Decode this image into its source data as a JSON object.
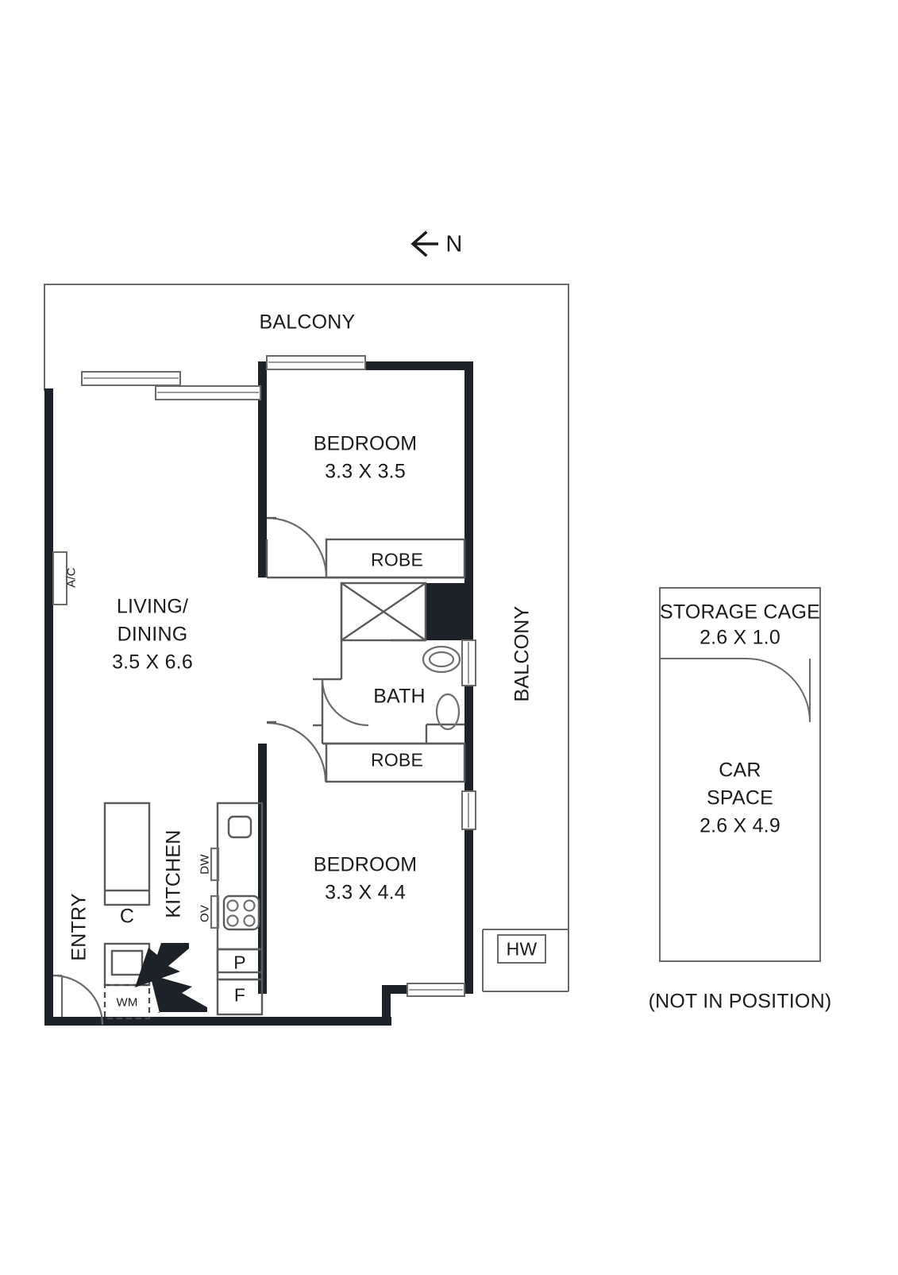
{
  "document": {
    "type": "floorplan",
    "orientation_marker": {
      "label": "N",
      "icon": "arrow-left-icon",
      "direction": "left"
    },
    "footnote": "(NOT IN POSITION)"
  },
  "colors": {
    "wall": "#1c2227",
    "thin_line": "#5a5a5a",
    "fixture_line": "#7a7a7a",
    "text": "#1b1b1b",
    "background": "#ffffff"
  },
  "rooms": [
    {
      "key": "balcony_top",
      "name": "BALCONY",
      "dim": ""
    },
    {
      "key": "balcony_right",
      "name": "BALCONY",
      "dim": ""
    },
    {
      "key": "bedroom_1",
      "name": "BEDROOM",
      "dim": "3.3 X 3.5"
    },
    {
      "key": "living",
      "name_line1": "LIVING/",
      "name_line2": "DINING",
      "dim": "3.5 X 6.6"
    },
    {
      "key": "bath",
      "name": "BATH",
      "dim": ""
    },
    {
      "key": "bedroom_2",
      "name": "BEDROOM",
      "dim": "3.3 X 4.4"
    },
    {
      "key": "kitchen",
      "name": "KITCHEN",
      "dim": ""
    },
    {
      "key": "entry",
      "name": "ENTRY",
      "dim": ""
    },
    {
      "key": "storage_cage",
      "name": "STORAGE CAGE",
      "dim": "2.6 X 1.0"
    },
    {
      "key": "car_space",
      "name_line1": "CAR",
      "name_line2": "SPACE",
      "dim": "2.6 X 4.9"
    }
  ],
  "labels": {
    "robe_top": "ROBE",
    "robe_bottom": "ROBE",
    "ac": "A/C",
    "hw": "HW",
    "cupboard": "C",
    "washing_machine": "WM",
    "dishwasher": "DW",
    "oven": "OV",
    "pantry": "P",
    "fridge": "F"
  }
}
